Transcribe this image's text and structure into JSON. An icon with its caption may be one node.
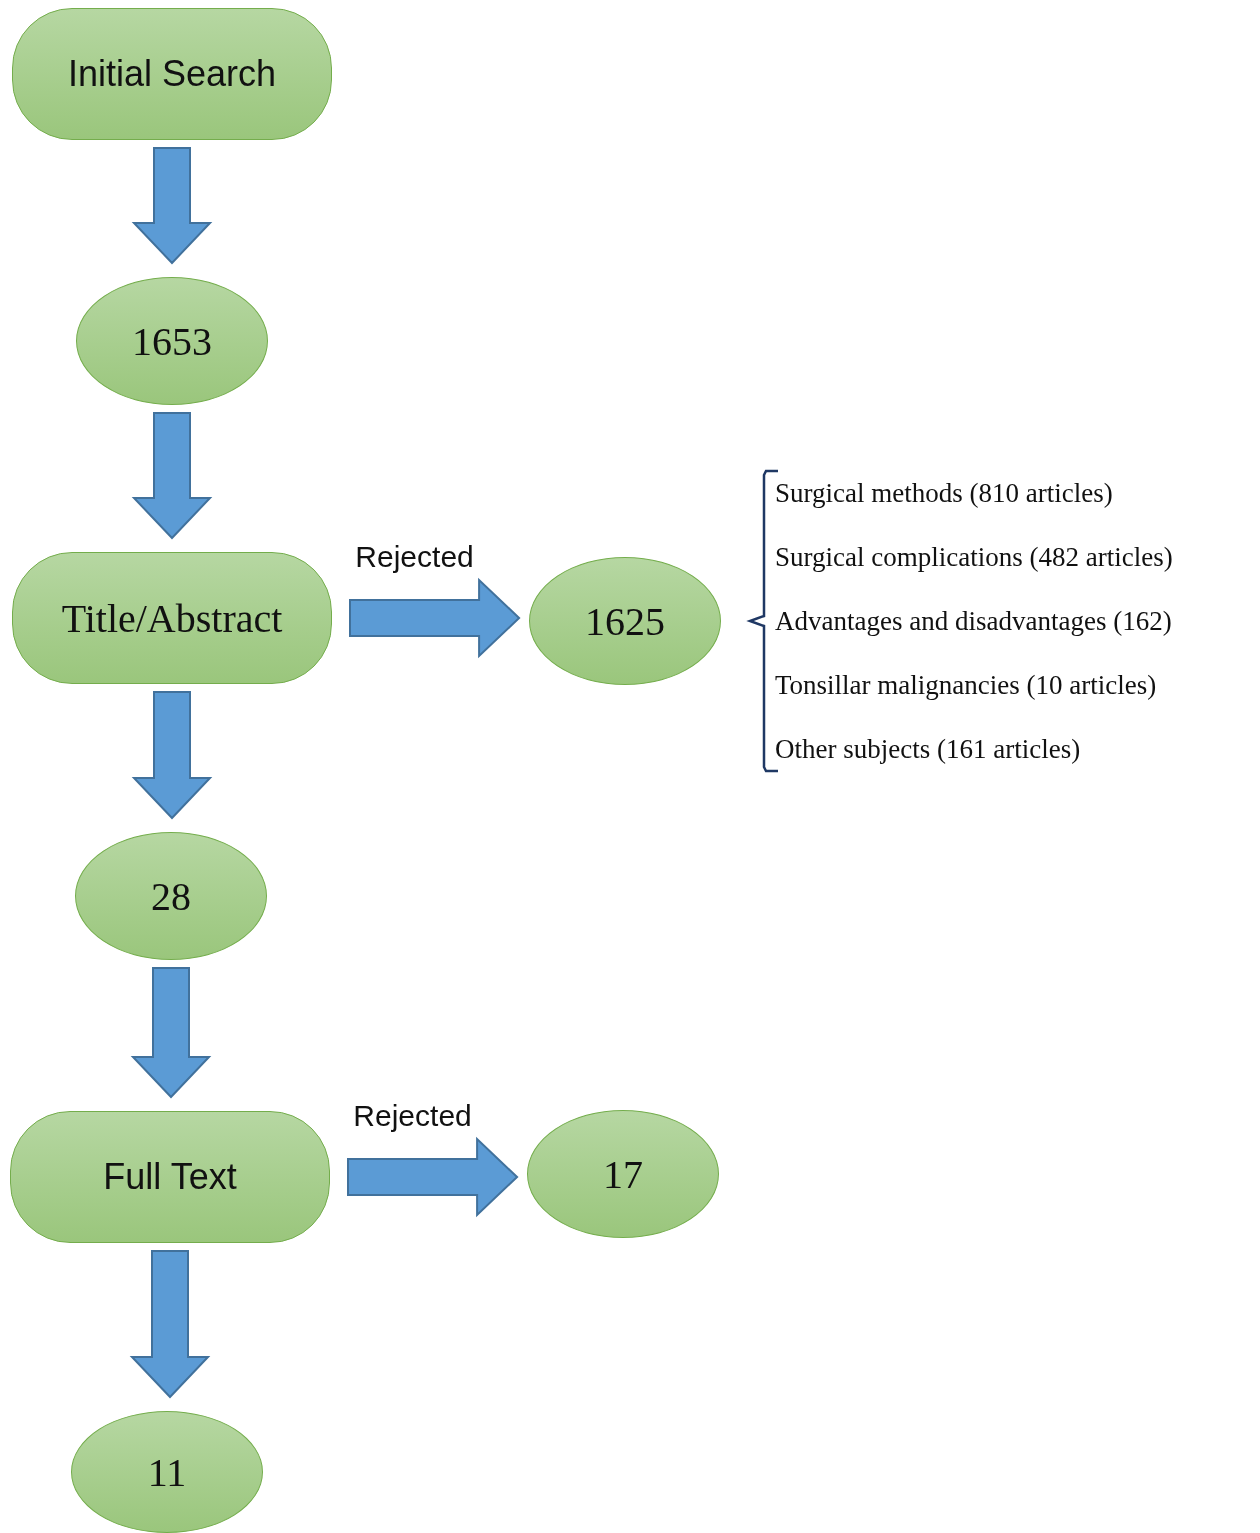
{
  "diagram": {
    "nodes": [
      {
        "text": [
          "Initial Search"
        ]
      },
      {
        "text": [
          "1653"
        ]
      },
      {
        "text": [
          "Title/Abstract"
        ]
      },
      {
        "text": [
          "1625"
        ]
      },
      {
        "text": [
          "28"
        ]
      },
      {
        "text": [
          "Full Text"
        ]
      },
      {
        "text": [
          "17"
        ]
      },
      {
        "text": [
          "11"
        ]
      }
    ],
    "edges": [
      {
        "from": 0,
        "to": 1,
        "arrow": "to"
      },
      {
        "from": 1,
        "to": 2,
        "arrow": "to"
      },
      {
        "from": 2,
        "to": 3,
        "arrow": "to",
        "label": "Rejected"
      },
      {
        "from": 2,
        "to": 4,
        "arrow": "to"
      },
      {
        "from": 4,
        "to": 5,
        "arrow": "to"
      },
      {
        "from": 5,
        "to": 6,
        "arrow": "to",
        "label": "Rejected"
      },
      {
        "from": 5,
        "to": 7,
        "arrow": "to"
      }
    ],
    "labels": [
      "Surgical methods (810 articles)",
      "Surgical complications (482 articles)",
      "Advantages and disadvantages (162)",
      "Tonsillar malignancies (10 articles)",
      "Other subjects (161 articles)"
    ]
  }
}
